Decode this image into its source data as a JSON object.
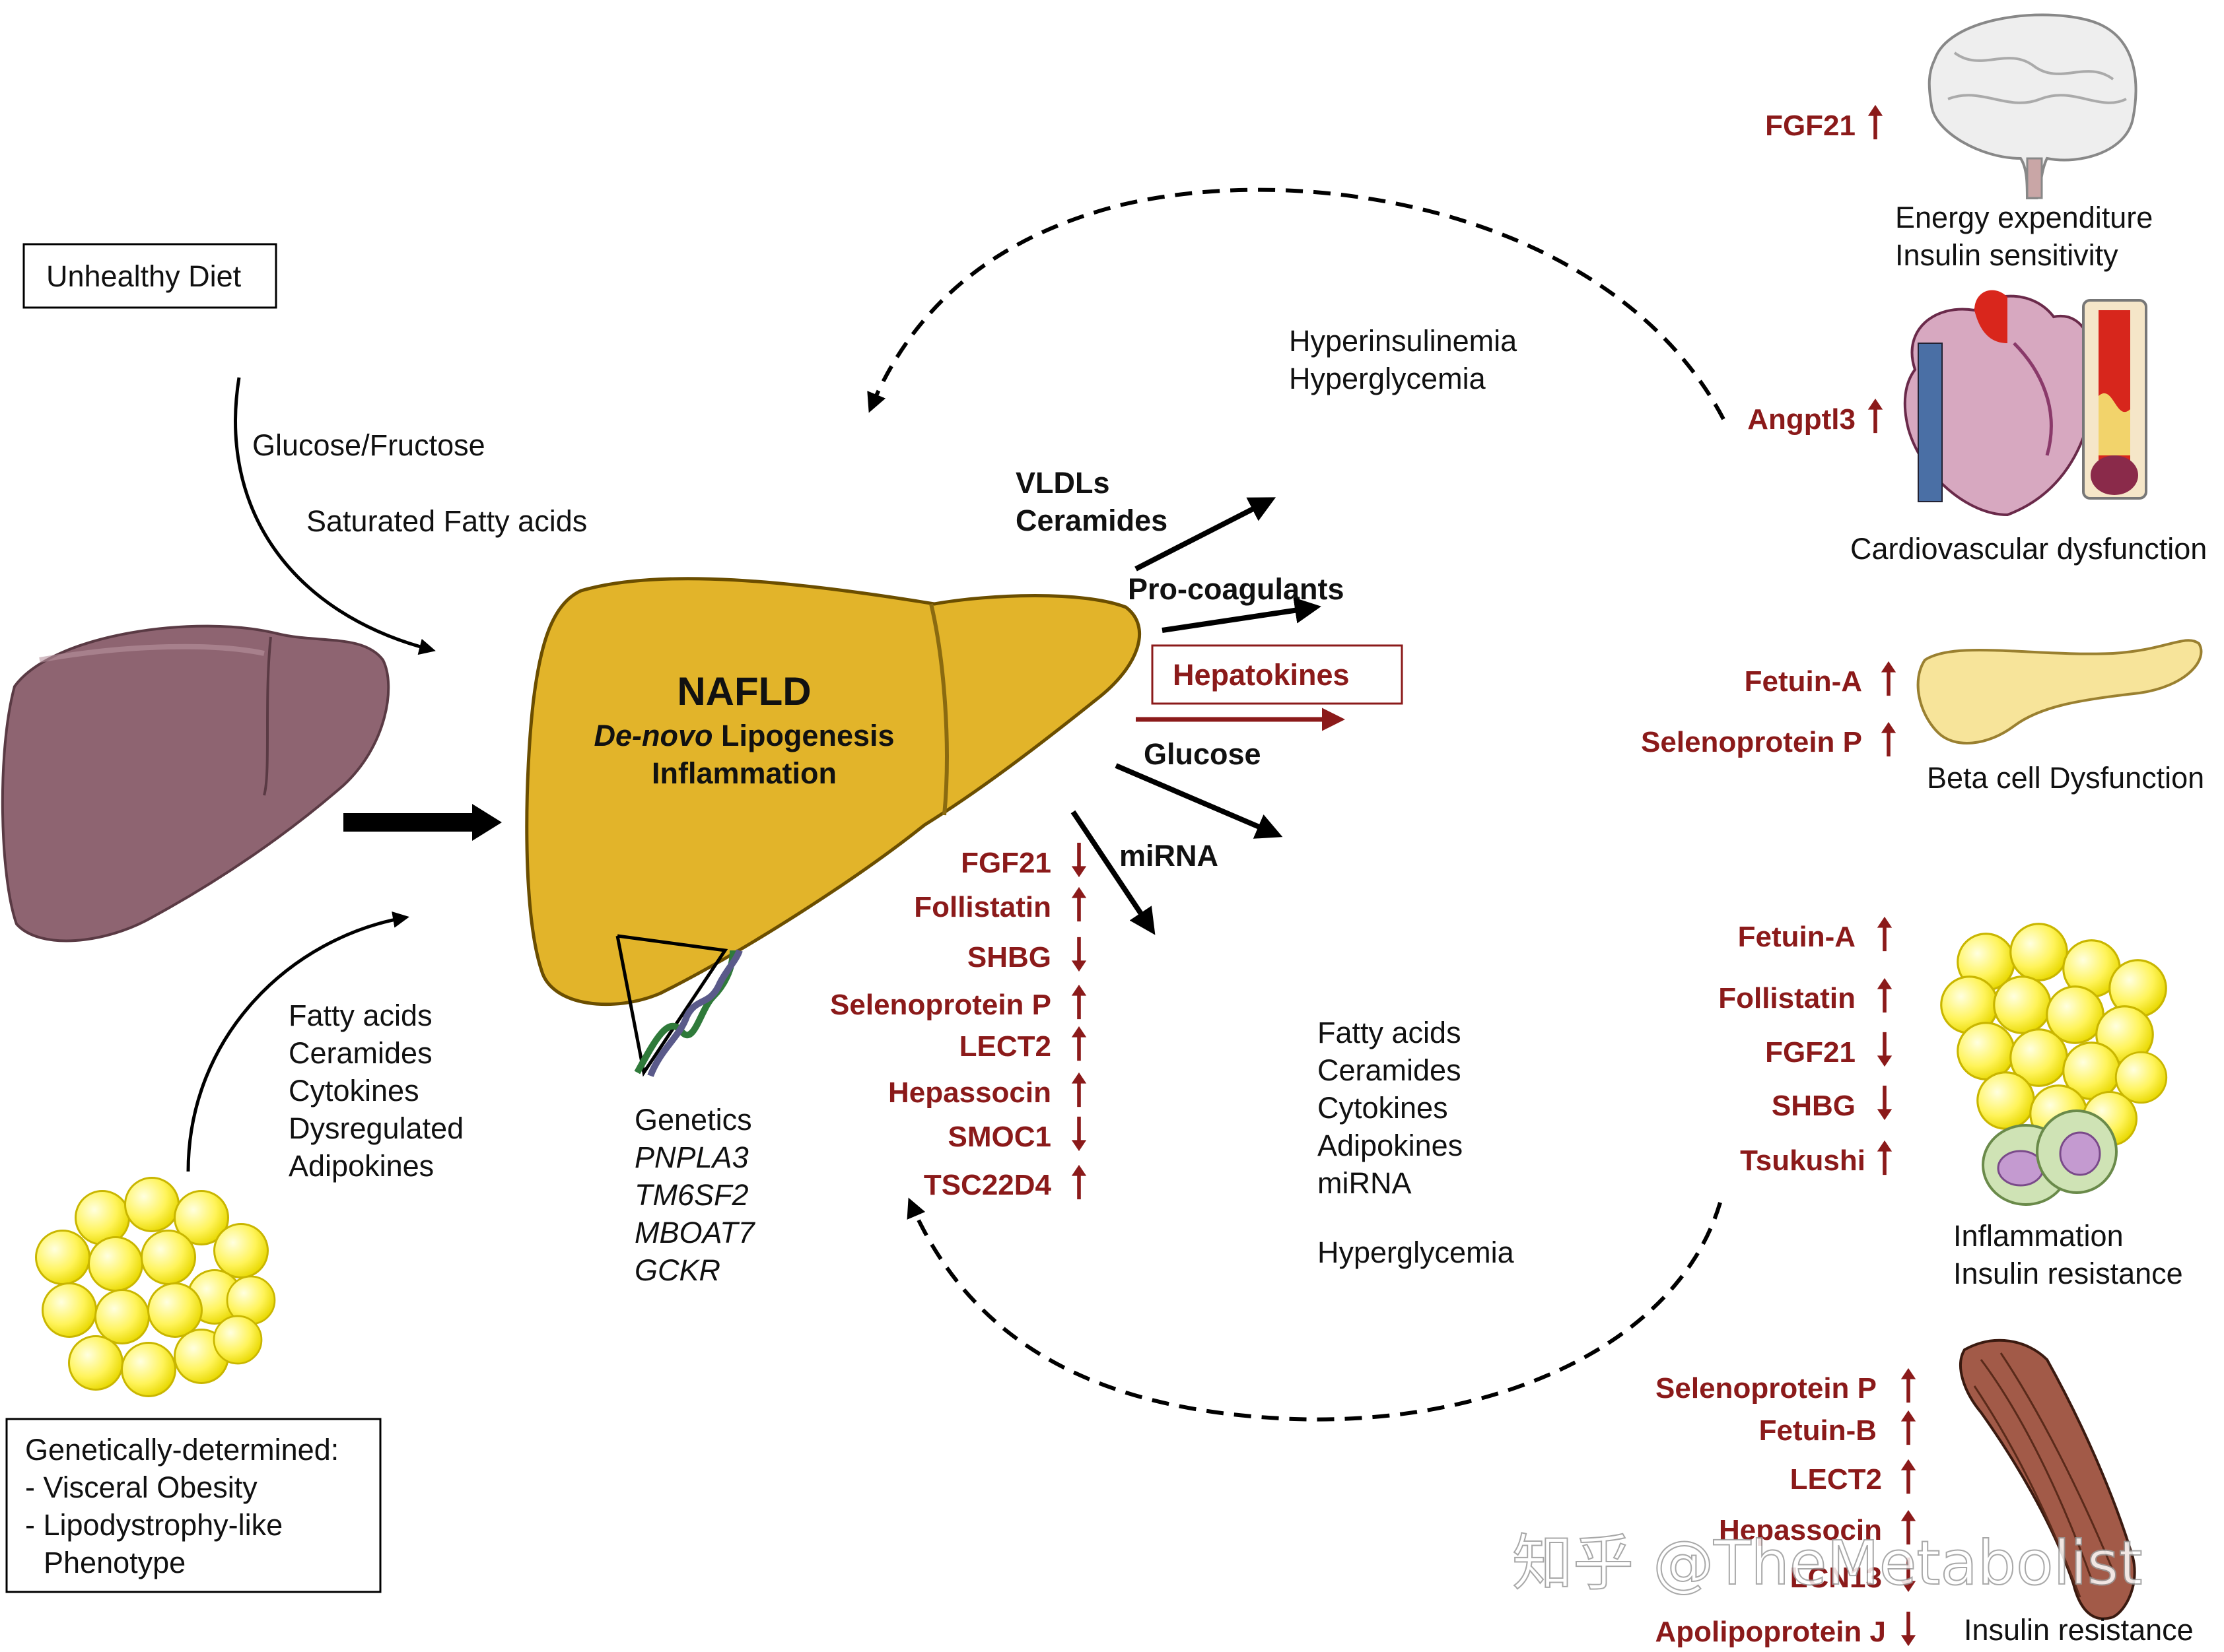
{
  "colors": {
    "accent_red": "#8b1a1a",
    "liver_healthy": "#8e6471",
    "liver_nafld": "#e2b42a",
    "fat": "#fff45a"
  },
  "left": {
    "unhealthy_diet": "Unhealthy Diet",
    "diet_inputs": [
      "Glucose/Fructose",
      "Saturated Fatty acids"
    ],
    "visceral_outputs": [
      "Fatty acids",
      "Ceramides",
      "Cytokines",
      "Dysregulated",
      "Adipokines"
    ],
    "genetic_box": [
      "Genetically-determined:",
      "- Visceral Obesity",
      "- Lipodystrophy-like",
      "Phenotype"
    ]
  },
  "center": {
    "title": "NAFLD",
    "line2_italic": "De-novo",
    "line2_rest": " Lipogenesis",
    "line3": "Inflammation",
    "genetics_label": "Genetics",
    "genes": [
      "PNPLA3",
      "TM6SF2",
      "MBOAT7",
      "GCKR"
    ]
  },
  "liver_outputs": {
    "vldl": [
      "VLDLs",
      "Ceramides"
    ],
    "procoag": "Pro-coagulants",
    "hepatokines": "Hepatokines",
    "glucose": "Glucose",
    "mirna": "miRNA"
  },
  "hepatokine_list": [
    {
      "name": "FGF21",
      "dir": "down"
    },
    {
      "name": "Follistatin",
      "dir": "up"
    },
    {
      "name": "SHBG",
      "dir": "down"
    },
    {
      "name": "Selenoprotein P",
      "dir": "up"
    },
    {
      "name": "LECT2",
      "dir": "up"
    },
    {
      "name": "Hepassocin",
      "dir": "up"
    },
    {
      "name": "SMOC1",
      "dir": "down"
    },
    {
      "name": "TSC22D4",
      "dir": "up"
    }
  ],
  "top_feedback": [
    "Hyperinsulinemia",
    "Hyperglycemia"
  ],
  "bottom_feedback": [
    "Fatty acids",
    "Ceramides",
    "Cytokines",
    "Adipokines",
    "miRNA",
    "Hyperglycemia"
  ],
  "brain": {
    "factors": [
      {
        "name": "FGF21",
        "dir": "up"
      }
    ],
    "effects": [
      "Energy expenditure",
      "Insulin sensitivity"
    ]
  },
  "heart": {
    "factors": [
      {
        "name": "Angptl3",
        "dir": "up"
      }
    ],
    "effect": "Cardiovascular dysfunction"
  },
  "pancreas": {
    "factors": [
      {
        "name": "Fetuin-A",
        "dir": "up"
      },
      {
        "name": "Selenoprotein P",
        "dir": "up"
      }
    ],
    "effect": "Beta cell Dysfunction"
  },
  "adipose": {
    "factors": [
      {
        "name": "Fetuin-A",
        "dir": "up"
      },
      {
        "name": "Follistatin",
        "dir": "up"
      },
      {
        "name": "FGF21",
        "dir": "down"
      },
      {
        "name": "SHBG",
        "dir": "down"
      },
      {
        "name": "Tsukushi",
        "dir": "up"
      }
    ],
    "effects": [
      "Inflammation",
      "Insulin resistance"
    ]
  },
  "muscle": {
    "factors": [
      {
        "name": "Selenoprotein P",
        "dir": "up"
      },
      {
        "name": "Fetuin-B",
        "dir": "up"
      },
      {
        "name": "LECT2",
        "dir": "up"
      },
      {
        "name": "Hepassocin",
        "dir": "up"
      },
      {
        "name": "LCN13",
        "dir": "down"
      },
      {
        "name": "Apolipoprotein J",
        "dir": "down"
      }
    ],
    "effect": "Insulin resistance"
  },
  "watermark": "知乎 @TheMetabolist"
}
